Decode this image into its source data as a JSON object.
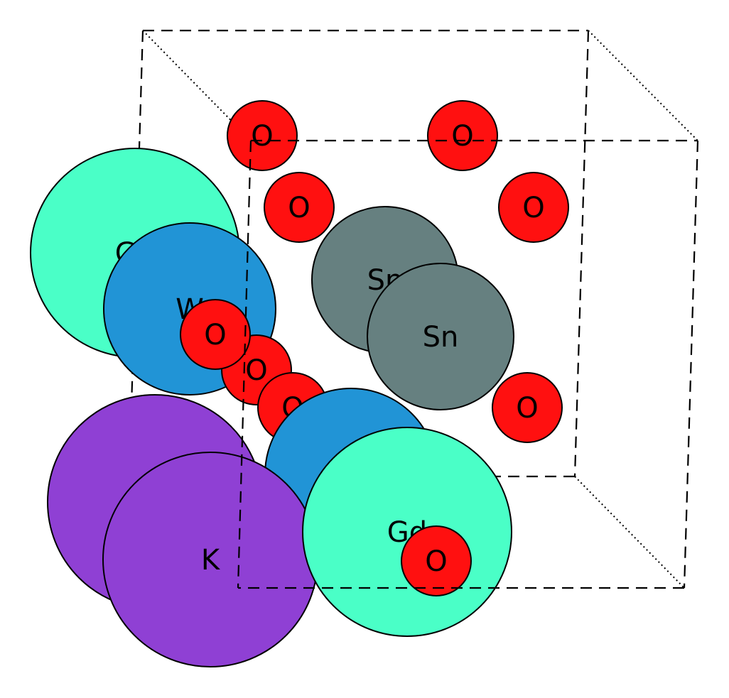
{
  "colors": {
    "O": "#ff1010",
    "Sn": "#668080",
    "W": "#2194d6",
    "Gd": "#4affc7",
    "K": "#8f40d4"
  },
  "atoms": [
    {
      "id": "gd-back",
      "element": "Gd",
      "label": "Gd"
    },
    {
      "id": "o-back-1",
      "element": "O",
      "label": "O"
    },
    {
      "id": "o-back-2",
      "element": "O",
      "label": "O"
    },
    {
      "id": "o-mid-1",
      "element": "O",
      "label": "O"
    },
    {
      "id": "o-mid-2",
      "element": "O",
      "label": "O"
    },
    {
      "id": "sn-1",
      "element": "Sn",
      "label": "Sn"
    },
    {
      "id": "sn-2",
      "element": "Sn",
      "label": "Sn"
    },
    {
      "id": "w-1",
      "element": "W",
      "label": "W"
    },
    {
      "id": "o-w-behind",
      "element": "O",
      "label": "O"
    },
    {
      "id": "o-w-front",
      "element": "O",
      "label": "O"
    },
    {
      "id": "o-center",
      "element": "O",
      "label": "O"
    },
    {
      "id": "o-right",
      "element": "O",
      "label": "O"
    },
    {
      "id": "w-2",
      "element": "W",
      "label": ""
    },
    {
      "id": "k-back",
      "element": "K",
      "label": ""
    },
    {
      "id": "k-front",
      "element": "K",
      "label": "K"
    },
    {
      "id": "gd-front",
      "element": "Gd",
      "label": "Gd"
    },
    {
      "id": "o-front",
      "element": "O",
      "label": "O"
    }
  ]
}
